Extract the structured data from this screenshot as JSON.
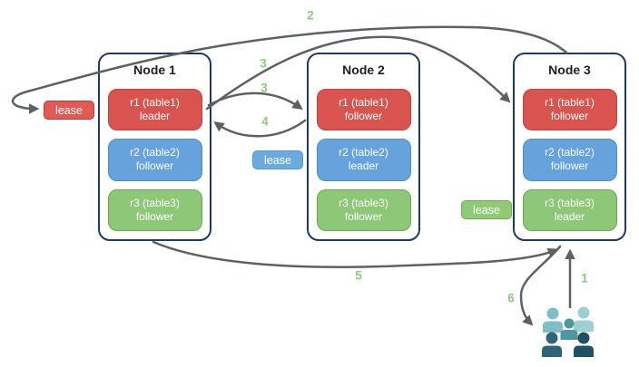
{
  "nodes": [
    {
      "title": "Node 1",
      "replicas": [
        {
          "line1": "r1 (table1)",
          "line2": "leader",
          "color": "#d9534f"
        },
        {
          "line1": "r2 (table2)",
          "line2": "follower",
          "color": "#66a3dd"
        },
        {
          "line1": "r3 (table3)",
          "line2": "follower",
          "color": "#8dc878"
        }
      ]
    },
    {
      "title": "Node 2",
      "replicas": [
        {
          "line1": "r1 (table1)",
          "line2": "follower",
          "color": "#d9534f"
        },
        {
          "line1": "r2 (table2)",
          "line2": "leader",
          "color": "#66a3dd"
        },
        {
          "line1": "r3 (table3)",
          "line2": "follower",
          "color": "#8dc878"
        }
      ]
    },
    {
      "title": "Node 3",
      "replicas": [
        {
          "line1": "r1 (table1)",
          "line2": "follower",
          "color": "#d9534f"
        },
        {
          "line1": "r2 (table2)",
          "line2": "follower",
          "color": "#66a3dd"
        },
        {
          "line1": "r3 (table3)",
          "line2": "leader",
          "color": "#8dc878"
        }
      ]
    }
  ],
  "leases": [
    {
      "label": "lease",
      "color": "#e05a56",
      "position": "left-of-node1"
    },
    {
      "label": "lease",
      "color": "#6aaade",
      "position": "between-node1-node2"
    },
    {
      "label": "lease",
      "color": "#8fca74",
      "position": "between-node2-node3"
    }
  ],
  "steps": {
    "one": "1",
    "two": "2",
    "three_upper": "3",
    "three_lower": "3",
    "four": "4",
    "five": "5",
    "six": "6"
  },
  "colors": {
    "arrow": "#5e6163",
    "step_number": "#8dc87c",
    "node_border": "#1e3a5f",
    "table1_red": "#d9534f",
    "table2_blue": "#66a3dd",
    "table3_green": "#8dc878"
  },
  "users": {
    "icon": "users-group-icon",
    "colors": [
      "#7fbec6",
      "#9dd0d4",
      "#4d96a2",
      "#2e6478",
      "#1f5063"
    ]
  }
}
